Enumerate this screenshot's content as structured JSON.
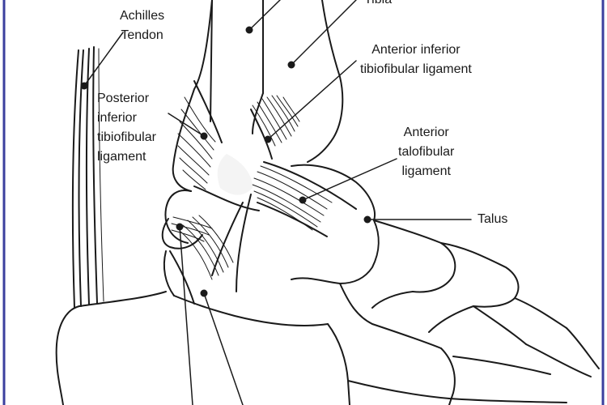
{
  "diagram": {
    "labels": {
      "achilles_tendon": "Achilles\nTendon",
      "tibia": "Tibia",
      "anterior_inferior_tibiofibular": "Anterior inferior\ntibiofibular ligament",
      "posterior_inferior_tibiofibular": "Posterior\ninferior\ntibiofibular\nligament",
      "anterior_talofibular": "Anterior\ntalofibular\nligament",
      "talus": "Talus"
    },
    "colors": {
      "line": "#1a1a1a",
      "frame": "#3b3f9e",
      "background": "#ffffff"
    }
  }
}
